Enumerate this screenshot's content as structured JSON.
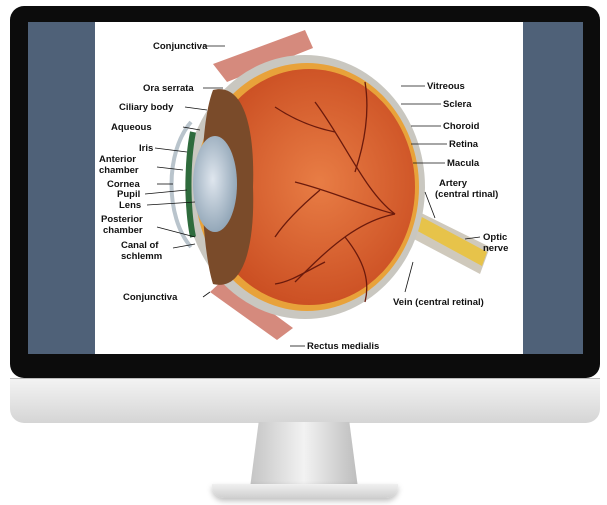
{
  "labels": {
    "conjunctiva_top": "Conjunctiva",
    "ora_serrata": "Ora serrata",
    "ciliary_body": "Ciliary body",
    "aqueous": "Aqueous",
    "iris": "Iris",
    "anterior_1": "Anterior",
    "anterior_2": "chamber",
    "cornea": "Cornea",
    "pupil": "Pupil",
    "lens": "Lens",
    "posterior_1": "Posterior",
    "posterior_2": "chamber",
    "canal_1": "Canal of",
    "canal_2": "schlemm",
    "conjunctiva_bottom": "Conjunctiva",
    "vitreous": "Vitreous",
    "sclera": "Sclera",
    "choroid": "Choroid",
    "retina": "Retina",
    "macula": "Macula",
    "artery_1": "Artery",
    "artery_2": "(central rtinal)",
    "optic_1": "Optic",
    "optic_2": "nerve",
    "vein": "Vein (central retinal)",
    "rectus": "Rectus medialis"
  },
  "colors": {
    "screen_bg": "#4f6178",
    "globe": "#d9622e",
    "sclera": "#c9c7c0",
    "choroid": "#e8a23a",
    "vessel": "#6b1a0c",
    "optic_nerve": "#e7c34a"
  }
}
